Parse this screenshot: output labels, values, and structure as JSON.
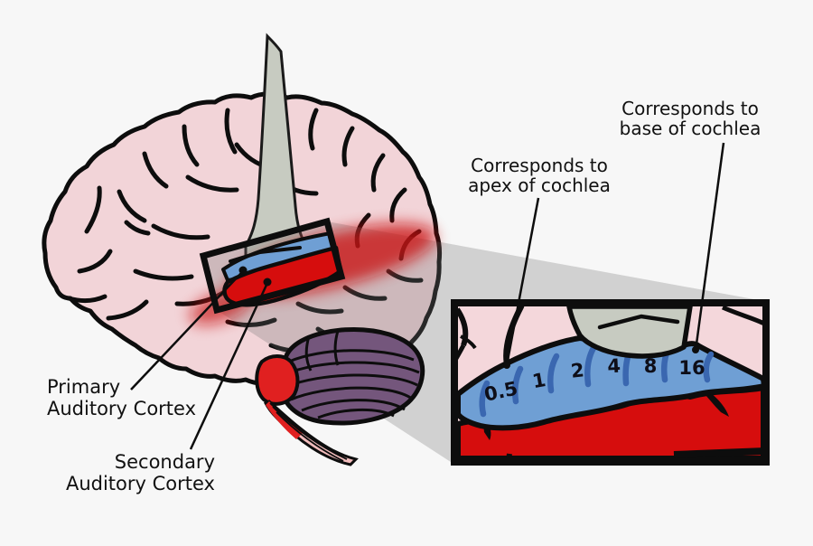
{
  "figure": {
    "labels": {
      "primary": [
        "Primary",
        "Auditory Cortex"
      ],
      "secondary": [
        "Secondary",
        "Auditory Cortex"
      ],
      "apex": [
        "Corresponds to",
        "apex of cochlea"
      ],
      "base": [
        "Corresponds to",
        "base of cochlea"
      ]
    },
    "inset_frequencies": [
      "0.5",
      "1",
      "2",
      "4",
      "8",
      "16"
    ],
    "colors": {
      "background": "#f7f7f7",
      "brain_pink": "#f2d4d8",
      "outline_black": "#0d0d0d",
      "primary_cortex_blue": "#6f9fd4",
      "frequency_divider_blue": "#3a67b0",
      "secondary_cortex_red": "#d60d0d",
      "cerebellum_purple": "#74567c",
      "brainstem_red": "#e02020",
      "retractor_gray": "#c7cbc1",
      "zoom_overlay_gray": "#6e6e6e"
    }
  }
}
